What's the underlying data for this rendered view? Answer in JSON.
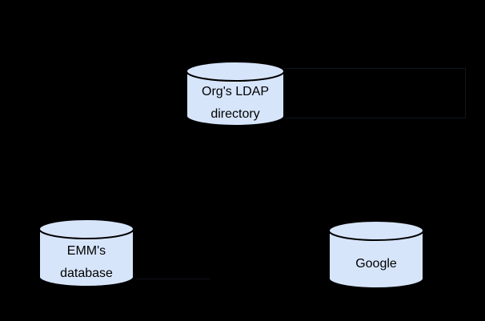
{
  "diagram": {
    "background_color": "#000000",
    "node_fill_color": "#d7e5fb",
    "node_stroke_color": "#000000",
    "label_color": "#000000",
    "nodes": [
      {
        "id": "org-ldap-directory",
        "shape": "database-cylinder",
        "label_lines": [
          "Org's LDAP",
          "directory"
        ]
      },
      {
        "id": "emm-database",
        "shape": "database-cylinder",
        "label_lines": [
          "EMM's",
          "database"
        ]
      },
      {
        "id": "google",
        "shape": "database-cylinder",
        "label_lines": [
          "Google"
        ]
      }
    ]
  }
}
